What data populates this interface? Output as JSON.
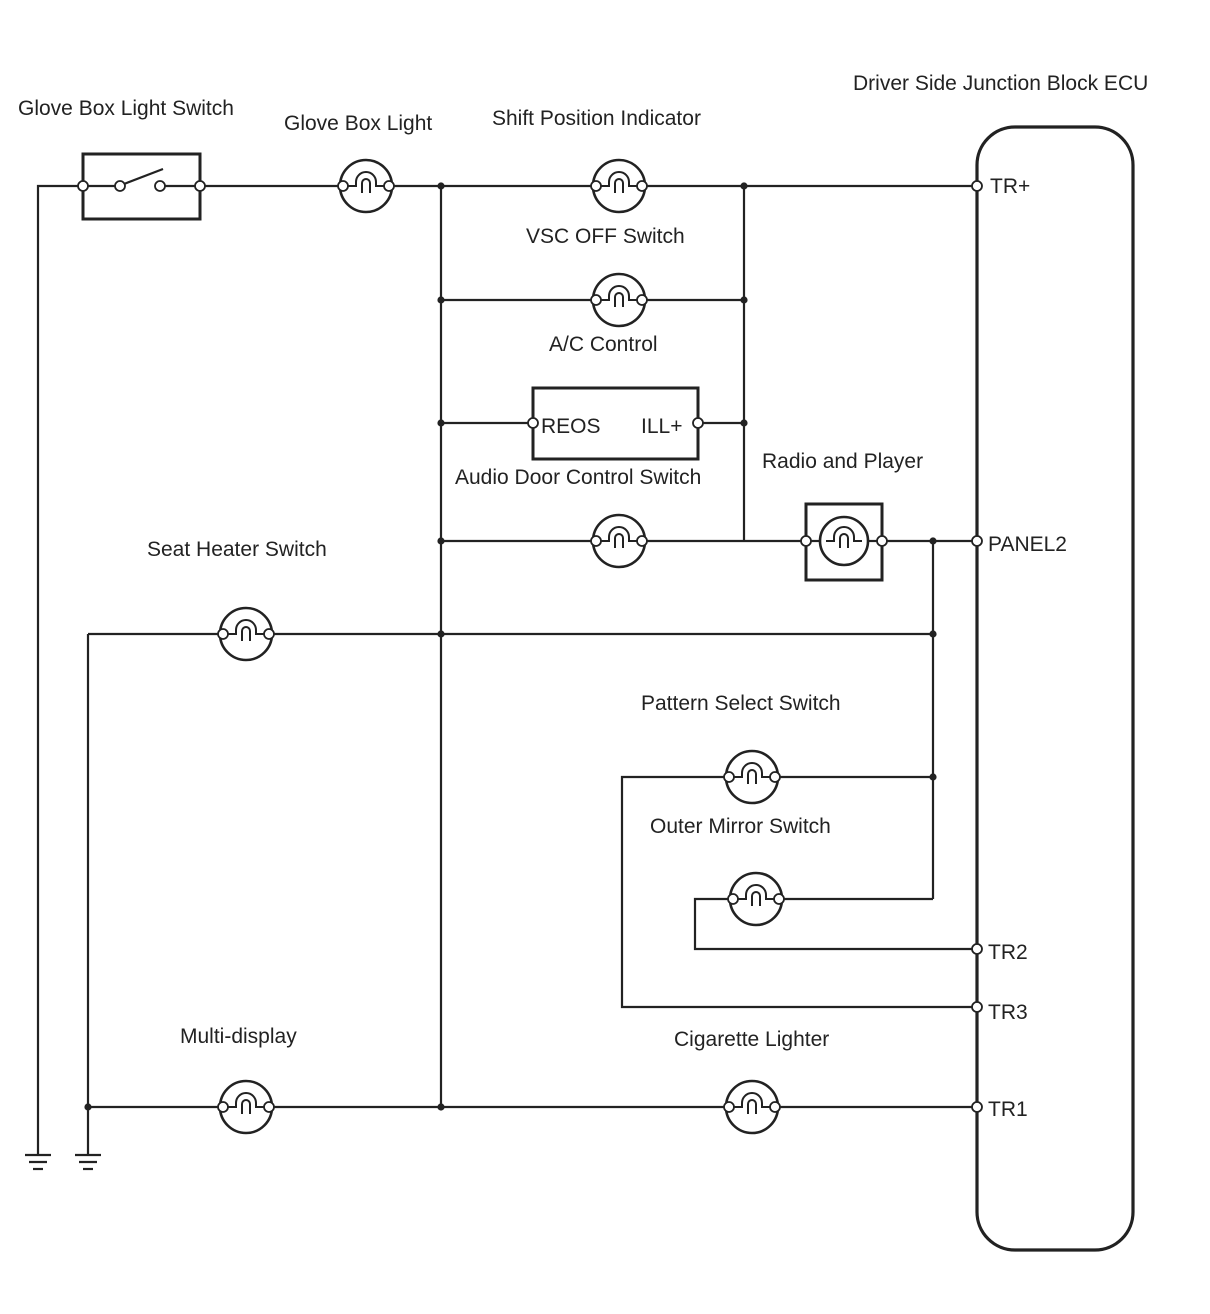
{
  "diagram": {
    "ecu": {
      "label": "Driver Side Junction Block ECU",
      "terminals": {
        "tr_plus": "TR+",
        "panel2": "PANEL2",
        "tr2": "TR2",
        "tr3": "TR3",
        "tr1": "TR1"
      }
    },
    "components": {
      "glove_box_light_switch": "Glove Box Light Switch",
      "glove_box_light": "Glove Box Light",
      "shift_position_indicator": "Shift Position Indicator",
      "vsc_off_switch": "VSC OFF Switch",
      "ac_control": "A/C Control",
      "audio_door_control_switch": "Audio Door Control Switch",
      "radio_and_player": "Radio and Player",
      "seat_heater_switch": "Seat Heater Switch",
      "pattern_select_switch": "Pattern Select Switch",
      "outer_mirror_switch": "Outer Mirror Switch",
      "multi_display": "Multi-display",
      "cigarette_lighter": "Cigarette Lighter"
    },
    "ac_control_pins": {
      "reos": "REOS",
      "ill_plus": "ILL+"
    }
  },
  "icons": {
    "lamp": "lamp-icon",
    "switch": "switch-icon",
    "ground": "ground-icon"
  },
  "colors": {
    "ink": "#222222",
    "paper": "#ffffff"
  }
}
